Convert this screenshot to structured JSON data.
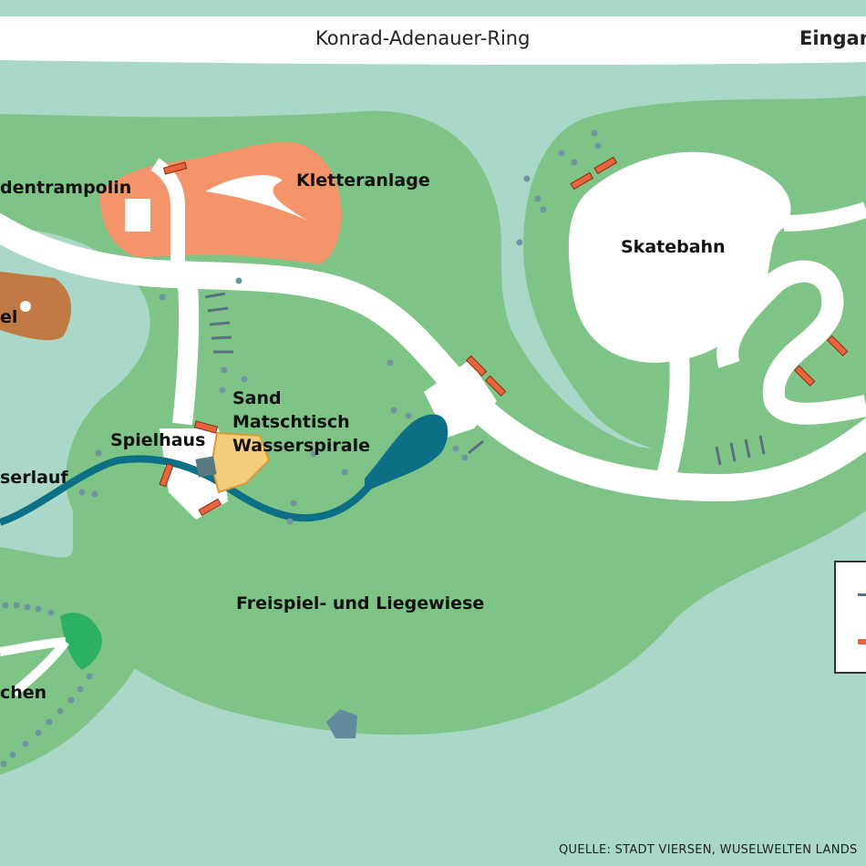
{
  "map": {
    "road_top": "Konrad-Adenauer-Ring",
    "entrance": "Eingan",
    "labels": {
      "trampoline": "dentrampolin",
      "climbing": "Kletteranlage",
      "skate": "Skatebahn",
      "left_cut": "el",
      "sand": "Sand",
      "mudtable": "Matschtisch",
      "waterspiral": "Wasserspirale",
      "playhouse": "Spielhaus",
      "stream": "serlauf",
      "meadow": "Freispiel- und Liegewiese",
      "bottom_left": "chen"
    },
    "source": "QUELLE: STADT VIERSEN, WUSELWELTEN LANDS"
  },
  "colors": {
    "water": "#a9d8c8",
    "grass": "#7ec486",
    "path": "#ffffff",
    "climbing_area": "#f4946a",
    "brown_area": "#c27a45",
    "sand_area": "#f5cd7a",
    "stream": "#0c6f86",
    "bench": "#e8643c",
    "dark_green": "#2bb066"
  },
  "icons": [
    "bench-icon",
    "stone-icon",
    "bike-rack-icon"
  ]
}
